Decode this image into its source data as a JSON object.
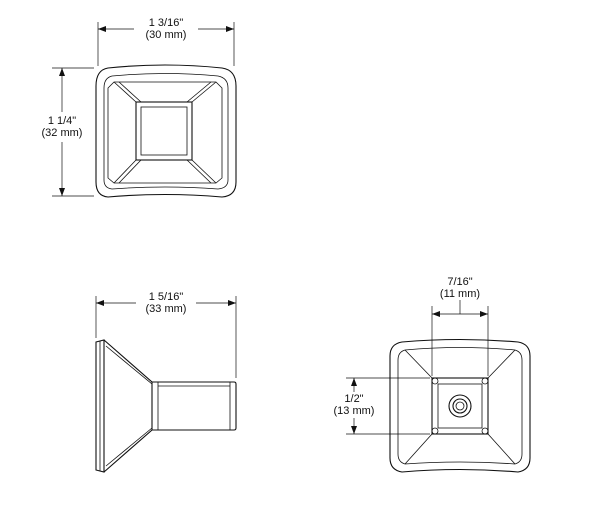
{
  "top_view": {
    "width_in": "1 3/16\"",
    "width_mm": "(30 mm)",
    "height_in": "1 1/4\"",
    "height_mm": "(32 mm)"
  },
  "side_view": {
    "length_in": "1 5/16\"",
    "length_mm": "(33 mm)"
  },
  "bottom_view": {
    "bore_width_in": "7/16\"",
    "bore_width_mm": "(11 mm)",
    "bore_height_in": "1/2\"",
    "bore_height_mm": "(13 mm)"
  }
}
